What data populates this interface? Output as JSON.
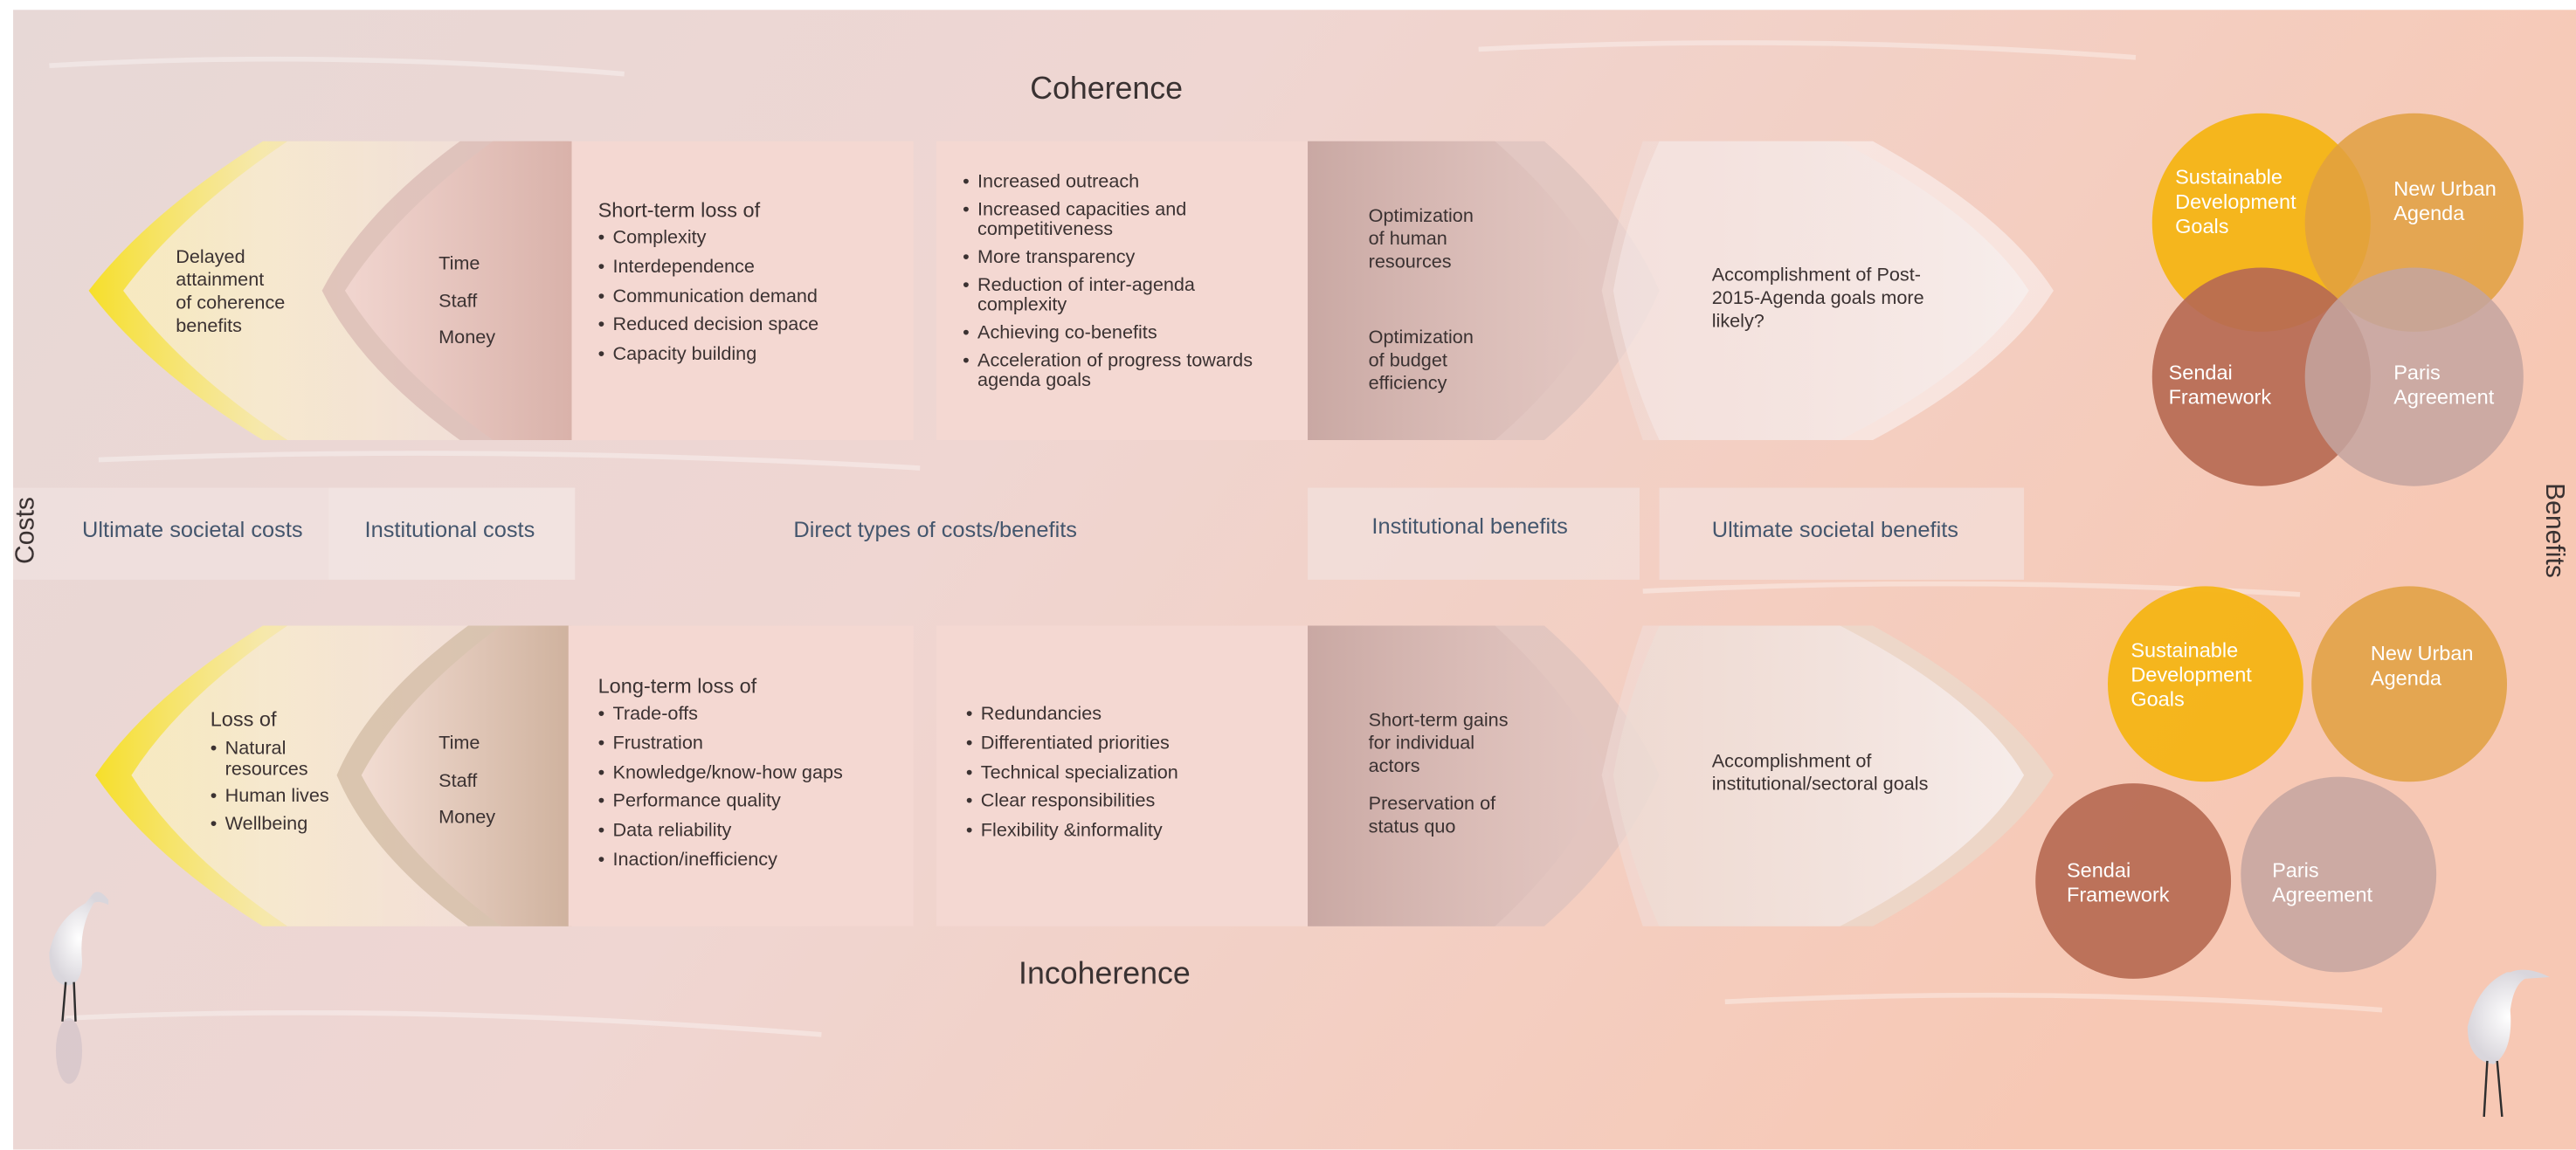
{
  "coherence_title": "Coherence",
  "incoherence_title": "Incoherence",
  "costs_label": "Costs",
  "benefits_label": "Benefits",
  "band_labels": {
    "ultimate_costs": "Ultimate societal costs",
    "institutional_costs": "Institutional costs",
    "direct": "Direct types of costs/benefits",
    "institutional_benefits": "Institutional benefits",
    "ultimate_benefits": "Ultimate societal benefits"
  },
  "coherence": {
    "ultimate_costs": [
      "Delayed",
      "attainment",
      "of coherence",
      "benefits"
    ],
    "institutional_costs": [
      "Time",
      "Staff",
      "Money"
    ],
    "direct_costs_heading": "Short-term loss of",
    "direct_costs": [
      "Complexity",
      "Interdependence",
      "Communication demand",
      "Reduced decision space",
      "Capacity building"
    ],
    "direct_benefits": [
      [
        "Increased outreach"
      ],
      [
        "Increased capacities and",
        "competitiveness"
      ],
      [
        "More transparency"
      ],
      [
        "Reduction of inter-agenda",
        "complexity"
      ],
      [
        "Achieving co-benefits"
      ],
      [
        "Acceleration of progress towards",
        "agenda goals"
      ]
    ],
    "institutional_benefits": [
      [
        "Optimization",
        "of human",
        "resources"
      ],
      [
        "Optimization",
        "of budget",
        "efficiency"
      ]
    ],
    "ultimate_benefits": [
      "Accomplishment of Post-",
      "2015-Agenda goals more",
      "likely?"
    ]
  },
  "incoherence": {
    "ultimate_costs_heading": "Loss of",
    "ultimate_costs": [
      [
        "Natural",
        "resources"
      ],
      [
        "Human lives"
      ],
      [
        "Wellbeing"
      ]
    ],
    "institutional_costs": [
      "Time",
      "Staff",
      "Money"
    ],
    "direct_costs_heading": "Long-term loss of",
    "direct_costs": [
      "Trade-offs",
      "Frustration",
      "Knowledge/know-how gaps",
      "Performance quality",
      "Data reliability",
      "Inaction/inefficiency"
    ],
    "direct_benefits": [
      "Redundancies",
      "Differentiated priorities",
      "Technical specialization",
      "Clear responsibilities",
      "Flexibility &informality"
    ],
    "institutional_benefits": [
      [
        "Short-term gains",
        "for individual",
        "actors"
      ],
      [
        "Preservation of",
        "status quo"
      ]
    ],
    "ultimate_benefits": [
      "Accomplishment of",
      "institutional/sectoral goals"
    ]
  },
  "agendas": {
    "sdg": [
      "Sustainable",
      "Development",
      "Goals"
    ],
    "nua": [
      "New Urban",
      "Agenda"
    ],
    "sendai": [
      "Sendai",
      "Framework"
    ],
    "paris": [
      "Paris",
      "Agreement"
    ]
  },
  "colors": {
    "yellow": "#f2b415",
    "orange": "#e0a040",
    "rust": "#b66a52",
    "mauve": "#c4a4a0",
    "panel": "#f4d8d2",
    "label_blue": "#44566d"
  },
  "icons": [
    "egret-left",
    "egret-right"
  ]
}
